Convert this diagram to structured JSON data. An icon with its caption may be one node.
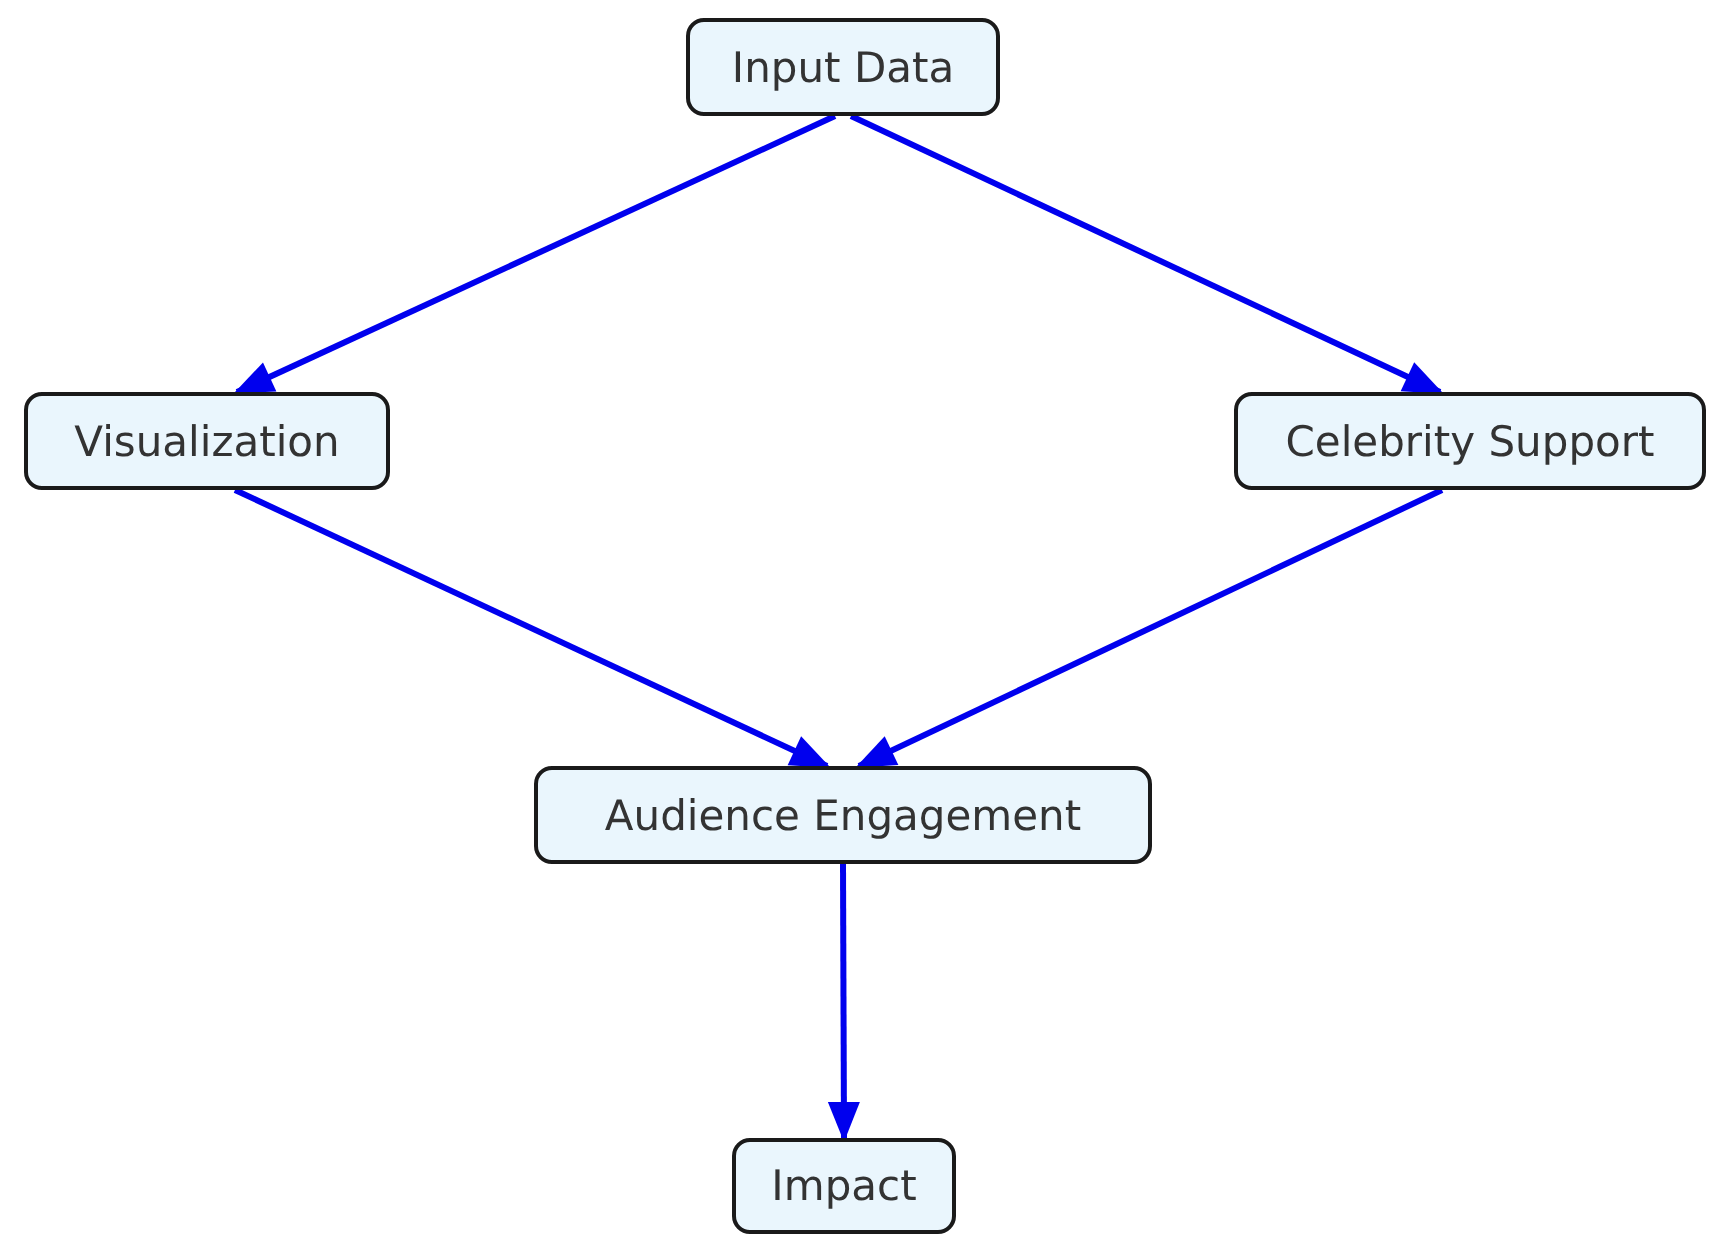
{
  "diagram": {
    "nodes": [
      {
        "text": [
          "Input Data"
        ]
      },
      {
        "text": [
          "Visualization"
        ]
      },
      {
        "text": [
          "Celebrity Support"
        ]
      },
      {
        "text": [
          "Audience Engagement"
        ]
      },
      {
        "text": [
          "Impact"
        ]
      }
    ],
    "edges": [
      {
        "from": 0,
        "to": 1,
        "arrow": "to"
      },
      {
        "from": 0,
        "to": 2,
        "arrow": "to"
      },
      {
        "from": 1,
        "to": 3,
        "arrow": "to"
      },
      {
        "from": 2,
        "to": 3,
        "arrow": "to"
      },
      {
        "from": 3,
        "to": 4,
        "arrow": "to"
      }
    ]
  }
}
